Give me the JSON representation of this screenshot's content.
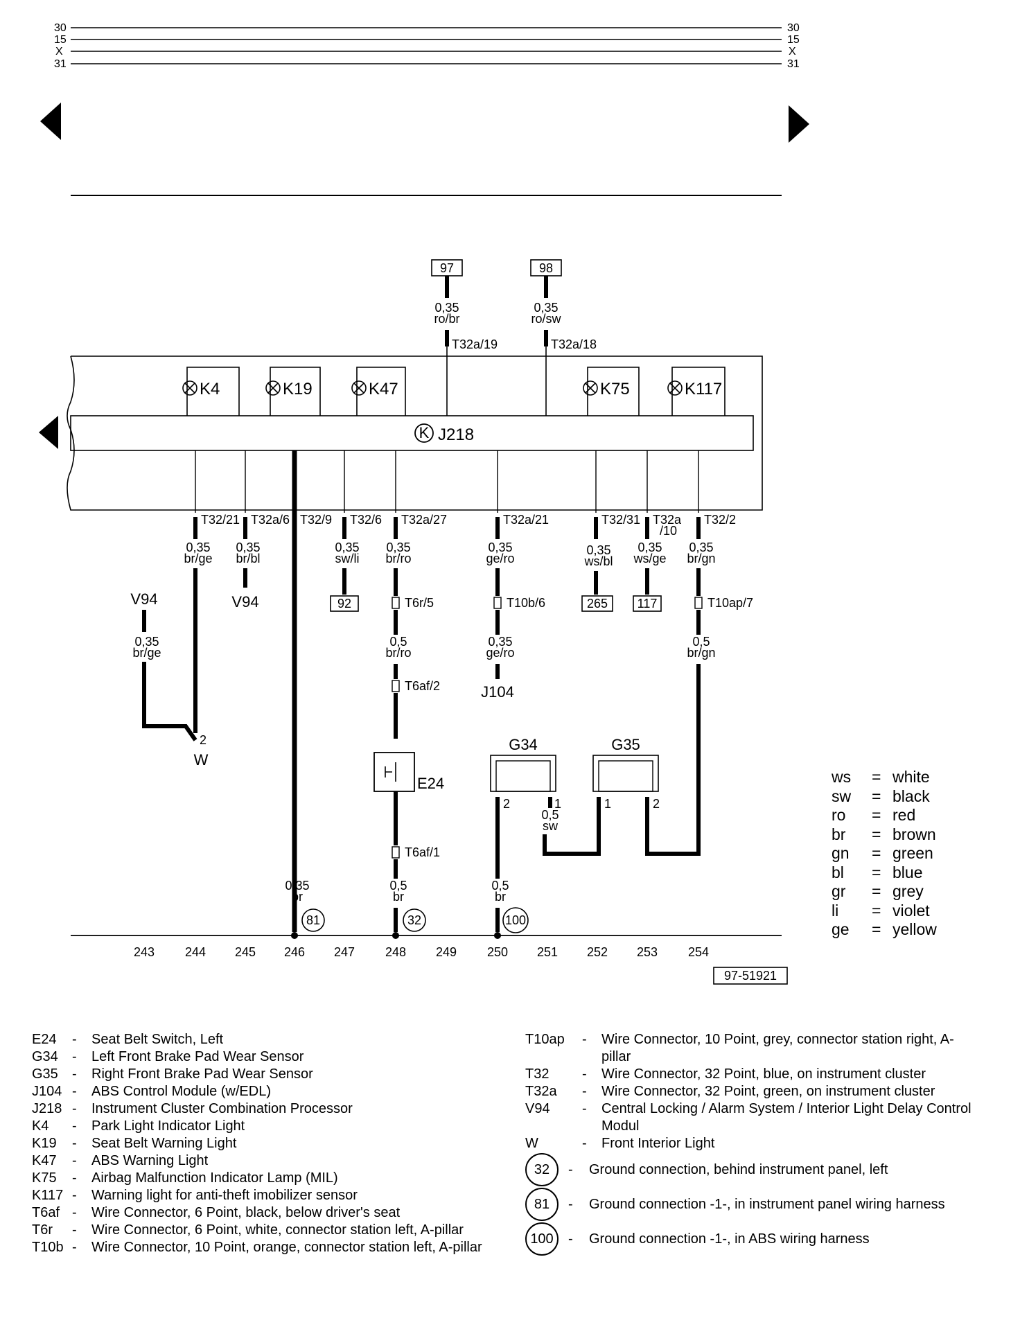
{
  "bus": {
    "left_labels": [
      "30",
      "15",
      "X",
      "31"
    ],
    "right_labels": [
      "30",
      "15",
      "X",
      "31"
    ]
  },
  "refs": {
    "top_left": "97",
    "top_right": "98",
    "b92": "92",
    "b265": "265",
    "b117": "117",
    "drawing": "97-51921"
  },
  "top_wires": [
    {
      "size": "0,35",
      "color": "ro/br",
      "pin": "T32a/19"
    },
    {
      "size": "0,35",
      "color": "ro/sw",
      "pin": "T32a/18"
    }
  ],
  "lamps": [
    "K4",
    "K19",
    "K47",
    "K75",
    "K117"
  ],
  "processor": {
    "code": "J218",
    "symbol": "K"
  },
  "pins": [
    "T32/21",
    "T32a/6",
    "T32/9",
    "T32/6",
    "T32a/27",
    "T32a/21",
    "T32/31",
    "T32a",
    "/10",
    "T32/2"
  ],
  "wires": {
    "w1": [
      "0,35",
      "br/ge"
    ],
    "w2": [
      "0,35",
      "br/bl"
    ],
    "w3": [
      "0,35",
      "sw/li"
    ],
    "w4": [
      "0,35",
      "br/ro"
    ],
    "w5": [
      "0,35",
      "ge/ro"
    ],
    "w6": [
      "0,35",
      "ws/bl"
    ],
    "w7": [
      "0,35",
      "ws/ge"
    ],
    "w8": [
      "0,35",
      "br/gn"
    ],
    "v94w": [
      "0,35",
      "br/ge"
    ],
    "e24a": [
      "0,5",
      "br/ro"
    ],
    "j104w": [
      "0,35",
      "ge/ro"
    ],
    "g35w": [
      "0,5",
      "br/gn"
    ],
    "gnd81w": [
      "0,35",
      "br"
    ],
    "gnd32w": [
      "0,5",
      "br"
    ],
    "gnd100w": [
      "0,5",
      "br"
    ],
    "swj": [
      "0,5",
      "sw"
    ]
  },
  "connectors": [
    "T6r/5",
    "T10b/6",
    "T10ap/7",
    "T6af/2",
    "T6af/1"
  ],
  "labels": {
    "v94": "V94",
    "w": "W",
    "pin_w": "2",
    "j104": "J104",
    "e24": "E24",
    "g34": "G34",
    "g35": "G35",
    "g34_p2": "2",
    "g34_p1": "1",
    "g35_p1": "1",
    "g35_p2": "2"
  },
  "grounds": [
    "81",
    "32",
    "100"
  ],
  "tracks": [
    "243",
    "244",
    "245",
    "246",
    "247",
    "248",
    "249",
    "250",
    "251",
    "252",
    "253",
    "254"
  ],
  "color_codes": [
    {
      "ab": "ws",
      "name": "white"
    },
    {
      "ab": "sw",
      "name": "black"
    },
    {
      "ab": "ro",
      "name": "red"
    },
    {
      "ab": "br",
      "name": "brown"
    },
    {
      "ab": "gn",
      "name": "green"
    },
    {
      "ab": "bl",
      "name": "blue"
    },
    {
      "ab": "gr",
      "name": "grey"
    },
    {
      "ab": "li",
      "name": "violet"
    },
    {
      "ab": "ge",
      "name": "yellow"
    }
  ],
  "components_left": [
    {
      "code": "E24",
      "desc": "Seat Belt Switch, Left"
    },
    {
      "code": "G34",
      "desc": "Left Front Brake Pad Wear Sensor"
    },
    {
      "code": "G35",
      "desc": "Right Front Brake Pad Wear Sensor"
    },
    {
      "code": "J104",
      "desc": "ABS Control Module (w/EDL)"
    },
    {
      "code": "J218",
      "desc": "Instrument Cluster Combination Processor"
    },
    {
      "code": "K4",
      "desc": "Park Light Indicator Light"
    },
    {
      "code": "K19",
      "desc": "Seat Belt Warning Light"
    },
    {
      "code": "K47",
      "desc": "ABS Warning Light"
    },
    {
      "code": "K75",
      "desc": "Airbag Malfunction Indicator Lamp (MIL)"
    },
    {
      "code": "K117",
      "desc": "Warning light for anti-theft imobilizer sensor"
    },
    {
      "code": "T6af",
      "desc": "Wire Connector, 6 Point, black, below driver's seat"
    },
    {
      "code": "T6r",
      "desc": "Wire Connector, 6 Point, white, connector station left, A-pillar"
    },
    {
      "code": "T10b",
      "desc": "Wire Connector, 10 Point, orange, connector station left, A-pillar"
    }
  ],
  "components_right": [
    {
      "code": "T10ap",
      "desc": "Wire Connector, 10 Point, grey, connector station right, A-pillar"
    },
    {
      "code": "T32",
      "desc": "Wire Connector, 32 Point, blue, on instrument cluster"
    },
    {
      "code": "T32a",
      "desc": "Wire Connector, 32 Point, green, on instrument cluster"
    },
    {
      "code": "V94",
      "desc": "Central Locking / Alarm System / Interior Light Delay Control Modul"
    },
    {
      "code": "W",
      "desc": "Front Interior Light"
    }
  ],
  "ground_legend": [
    {
      "code": "32",
      "desc": "Ground connection, behind instrument panel, left"
    },
    {
      "code": "81",
      "desc": "Ground connection -1-, in instrument panel wiring harness"
    },
    {
      "code": "100",
      "desc": "Ground connection -1-, in ABS wiring harness"
    }
  ]
}
